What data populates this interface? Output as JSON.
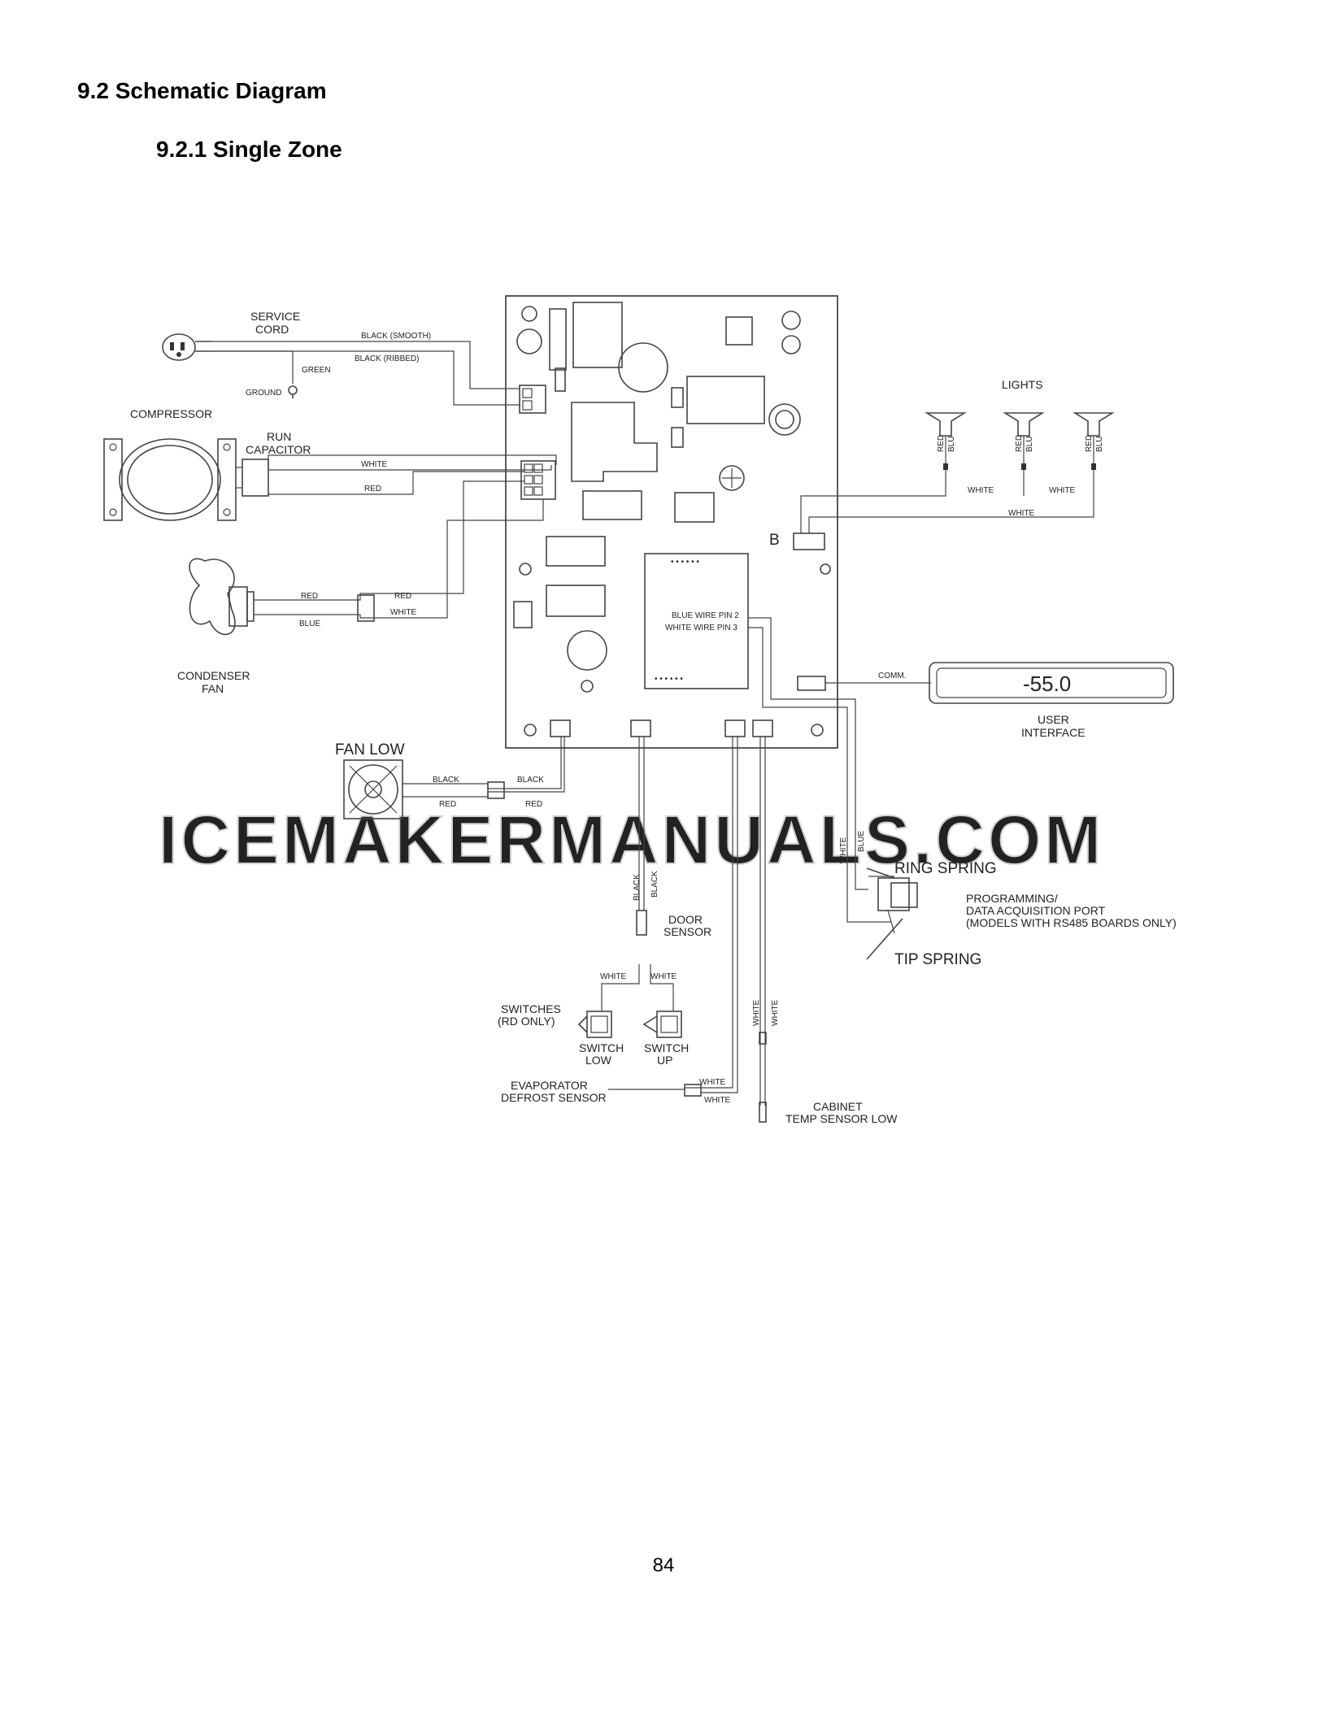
{
  "section_title": "9.2 Schematic Diagram",
  "subsection_title": "9.2.1 Single Zone",
  "page_number": "84",
  "watermark": "ICEMAKERMANUALS.COM",
  "components": {
    "service_cord": "SERVICE\nCORD",
    "ground": "GROUND",
    "compressor": "COMPRESSOR",
    "run_capacitor": "RUN\nCAPACITOR",
    "condenser_fan": "CONDENSER\nFAN",
    "fan_low": "FAN LOW",
    "lights": "LIGHTS",
    "connector_b": "B",
    "comm": "COMM.",
    "user_interface": "USER\nINTERFACE",
    "display_readout": "-55.0",
    "ring_spring": "RING SPRING",
    "tip_spring": "TIP SPRING",
    "programming_port": "PROGRAMMING/\nDATA ACQUISITION PORT\n(MODELS WITH RS485 BOARDS ONLY)",
    "door_sensor": "DOOR\nSENSOR",
    "switches": "SWITCHES\n(RD ONLY)",
    "switch_low": "SWITCH\nLOW",
    "switch_up": "SWITCH\nUP",
    "evaporator_sensor": "EVAPORATOR\nDEFROST SENSOR",
    "cabinet_sensor": "CABINET\nTEMP SENSOR LOW",
    "blue_wire_pin": "BLUE WIRE PIN 2",
    "white_wire_pin": "WHITE WIRE PIN 3"
  },
  "wires": {
    "black_smooth": "BLACK (SMOOTH)",
    "black_ribbed": "BLACK (RIBBED)",
    "green": "GREEN",
    "white": "WHITE",
    "red": "RED",
    "blue": "BLUE",
    "black": "BLACK",
    "red_short": "RED",
    "blu_short": "BLU"
  }
}
